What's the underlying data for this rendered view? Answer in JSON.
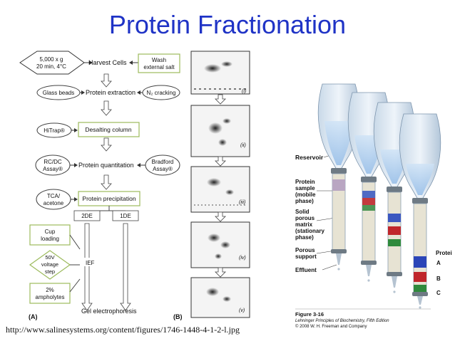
{
  "title": "Protein Fractionation",
  "workflow": {
    "centrifuge": [
      "5,000 x g",
      "20 min, 4°C"
    ],
    "harvest": "Harvest Cells",
    "wash": [
      "Wash",
      "external salt"
    ],
    "glass_beads": "Glass beads",
    "extraction": "Protein extraction",
    "n2_cracking": "N₂ cracking",
    "hitrap": "HiTrap®",
    "desalting": "Desalting column",
    "rcdc": [
      "RC/DC",
      "Assay®"
    ],
    "quantitation": "Protein quantitation",
    "bradford": [
      "Bradford",
      "Assay®"
    ],
    "tca": [
      "TCA/",
      "acetone"
    ],
    "precipitation": "Protein precipitation",
    "two_de": "2DE",
    "one_de": "1DE",
    "cup_loading": [
      "Cup",
      "loading"
    ],
    "voltage": [
      "50V",
      "voltage",
      "step"
    ],
    "ampholytes": [
      "2%",
      "ampholytes"
    ],
    "ief": "IEF",
    "gel": "Gel electrophoresis",
    "label_a": "(A)",
    "label_b": "(B)"
  },
  "gels": {
    "labels": [
      "(i)",
      "(ii)",
      "(iii)",
      "(iv)",
      "(v)"
    ]
  },
  "column_fig": {
    "reservoir": "Reservoir",
    "protein_sample": [
      "Protein",
      "sample",
      "(mobile",
      "phase)"
    ],
    "solid_matrix": [
      "Solid",
      "porous",
      "matrix",
      "(stationary",
      "phase)"
    ],
    "porous_support": [
      "Porous",
      "support"
    ],
    "effluent": "Effluent",
    "protein_label": "Protei",
    "bands": [
      "A",
      "B",
      "C"
    ],
    "band_colors": [
      "#2b45b8",
      "#c0262b",
      "#2f8a3c"
    ],
    "caption_fig": "Figure 3-16",
    "caption_book": "Lehninger Principles of Biochemistry, Fifth Edition",
    "caption_copy": "© 2008 W. H. Freeman and Company"
  },
  "source_url": "http://www.salinesystems.org/content/figures/1746-1448-4-1-2-l.jpg"
}
